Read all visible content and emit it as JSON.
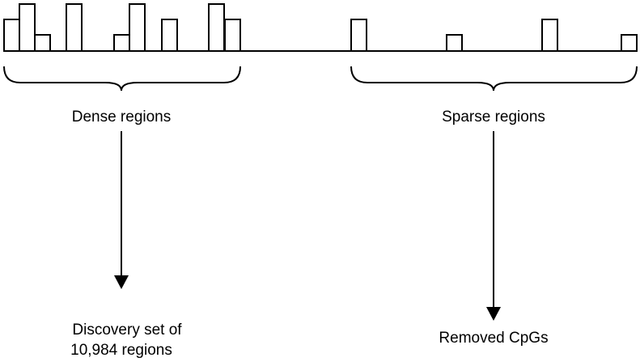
{
  "diagram": {
    "dense_label": "Dense regions",
    "sparse_label": "Sparse regions",
    "dense_outcome_line1": "Discovery set of",
    "dense_outcome_line2": "10,984 regions",
    "sparse_outcome": "Removed CpGs",
    "colors": {
      "stroke": "#000000",
      "background": "#ffffff"
    }
  }
}
